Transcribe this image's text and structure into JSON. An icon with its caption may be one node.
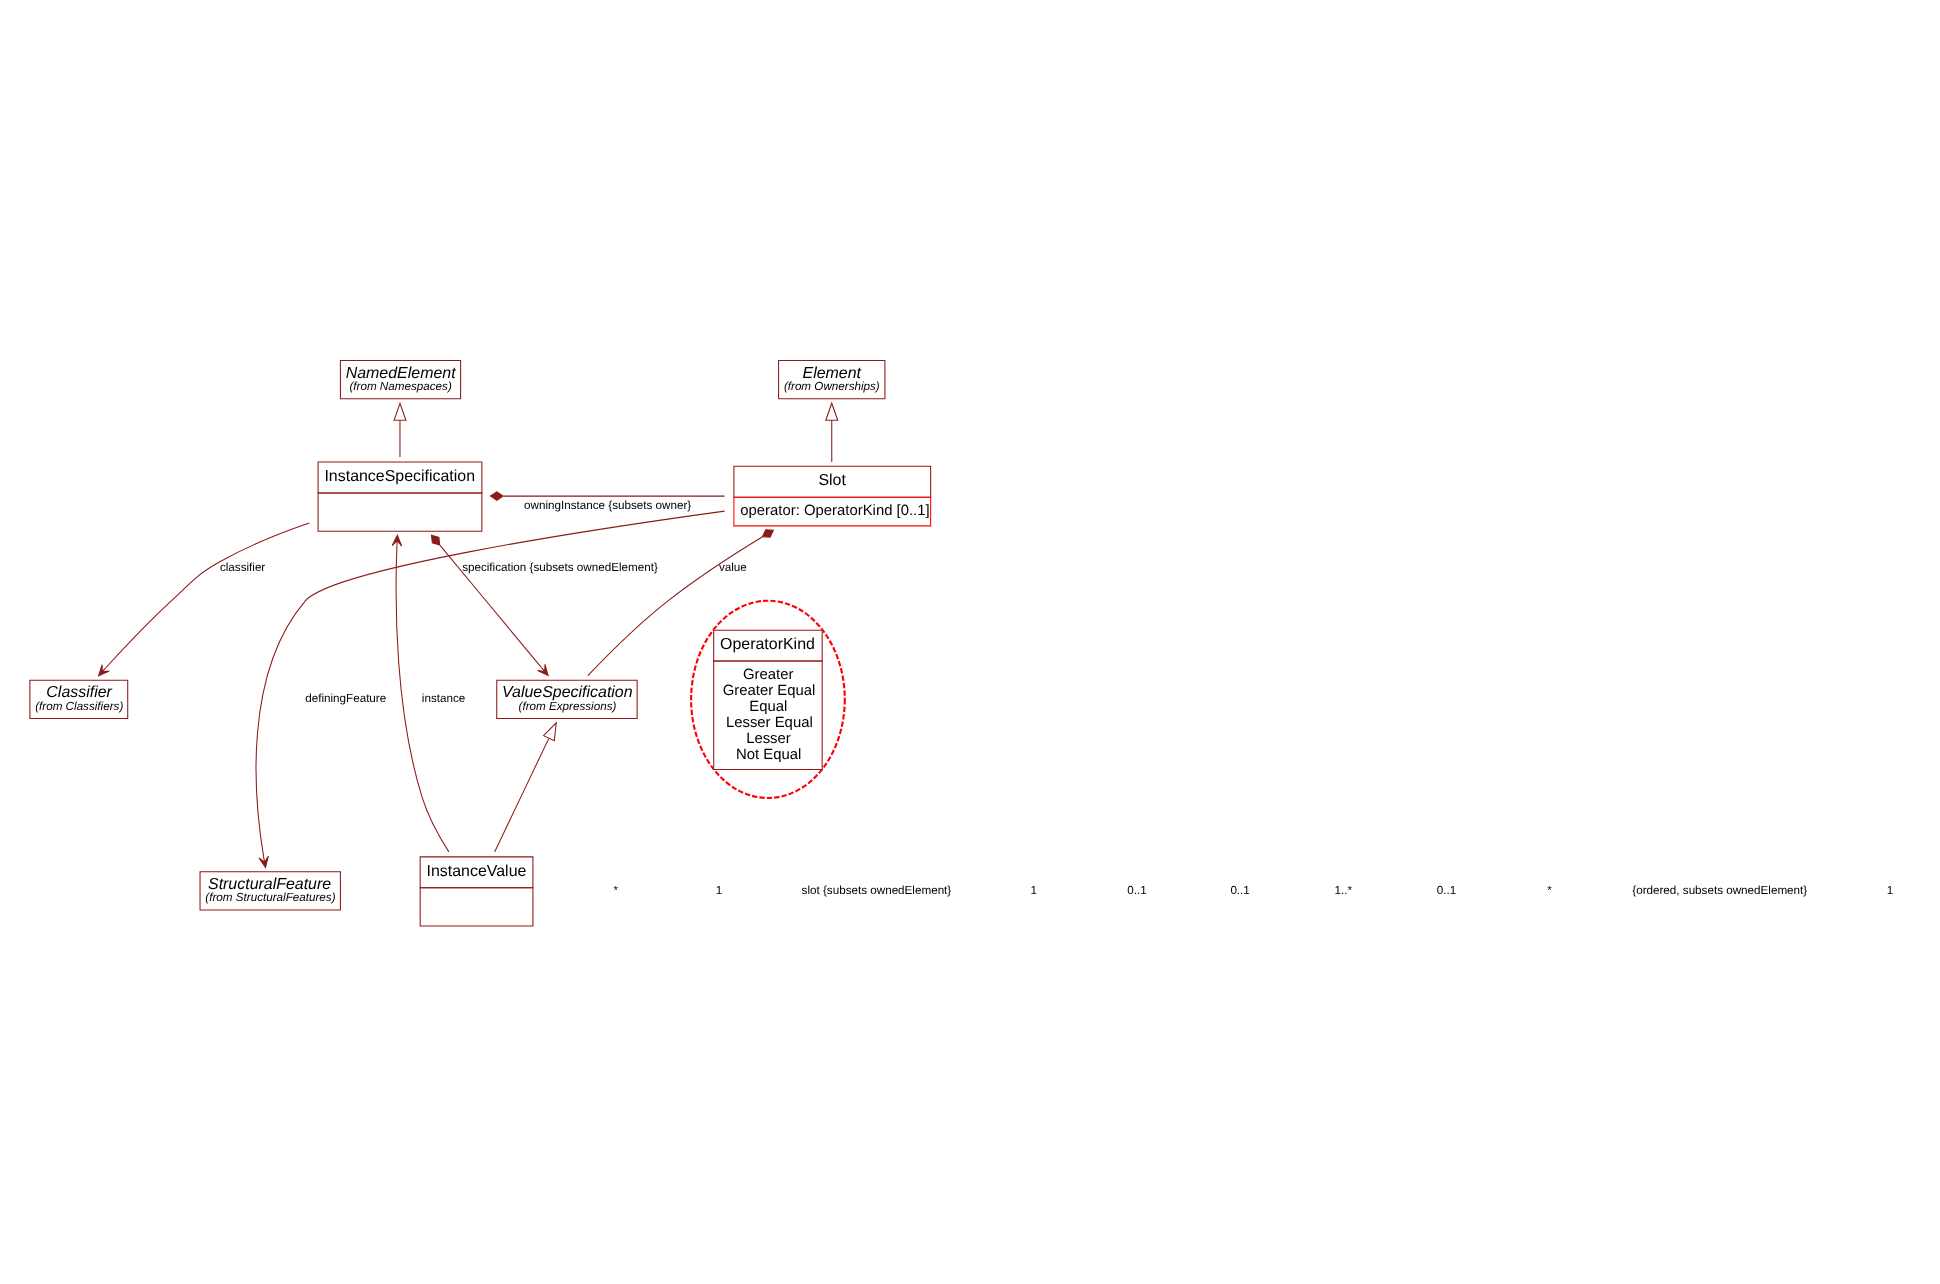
{
  "diagram": {
    "nodes": [
      {
        "text": [
          "NamedElement",
          "(from Namespaces)"
        ]
      },
      {
        "text": [
          "Element",
          "(from Ownerships)"
        ]
      },
      {
        "text": [
          "InstanceSpecification"
        ]
      },
      {
        "text": [
          "Slot",
          "operator: OperatorKind [0..1]"
        ]
      },
      {
        "text": [
          "Classifier",
          "(from Classifiers)"
        ]
      },
      {
        "text": [
          "ValueSpecification",
          "(from Expressions)"
        ]
      },
      {
        "text": [
          "OperatorKind",
          "Greater",
          "Greater Equal",
          "Equal",
          "Lesser Equal",
          "Lesser",
          "Not Equal"
        ]
      },
      {
        "text": [
          "InstanceValue"
        ]
      },
      {
        "text": [
          "StructuralFeature",
          "(from StructuralFeatures)"
        ]
      }
    ],
    "edges": [
      {
        "from": 2,
        "to": 0,
        "arrow": "to"
      },
      {
        "from": 3,
        "to": 1,
        "arrow": "to"
      },
      {
        "from": 7,
        "to": 5,
        "arrow": "to"
      },
      {
        "from": 2,
        "to": 3,
        "arrow": "other",
        "label": "owningInstance {subsets owner}"
      },
      {
        "from": 2,
        "to": 4,
        "arrow": "to",
        "label": "classifier"
      },
      {
        "from": 7,
        "to": 2,
        "arrow": "to",
        "label": "instance"
      },
      {
        "from": 2,
        "to": 5,
        "arrow": "to",
        "label": "specification {subsets ownedElement}"
      },
      {
        "from": 3,
        "to": 5,
        "arrow": "other",
        "label": "value"
      },
      {
        "from": 3,
        "to": 8,
        "arrow": "to",
        "label": "definingFeature"
      }
    ],
    "labels": [
      "*",
      "1",
      "slot {subsets ownedElement}",
      "1",
      "0..1",
      "0..1",
      "1..*",
      "0..1",
      "*",
      "{ordered, subsets ownedElement}",
      "1"
    ]
  }
}
